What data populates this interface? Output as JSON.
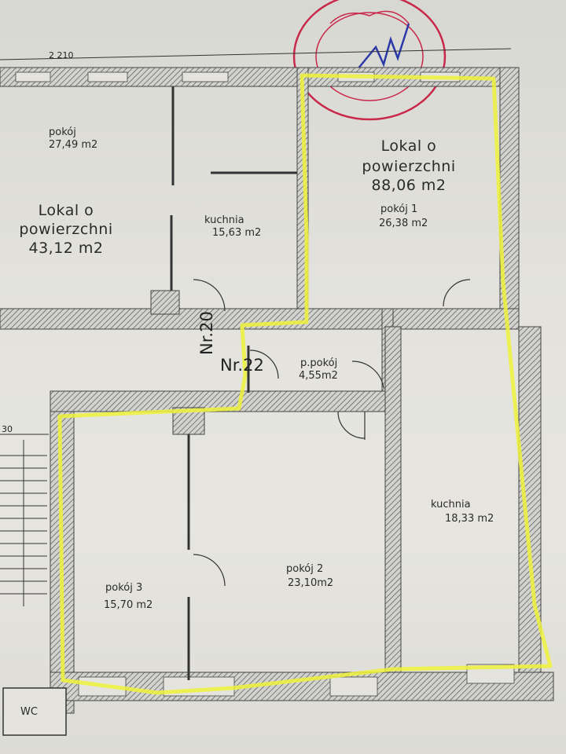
{
  "dimensions": {
    "top": "2 210",
    "left": "30"
  },
  "apartment_88": {
    "line1": "Lokal o",
    "line2": "powierzchni",
    "line3": "88,06 m2"
  },
  "apartment_43": {
    "line1": "Lokal o",
    "line2": "powierzchni",
    "line3": "43,12 m2"
  },
  "rooms": {
    "pokoj_top_left": {
      "name": "pokój",
      "area": "27,49 m2"
    },
    "kuchnia_left": {
      "name": "kuchnia",
      "area": "15,63 m2"
    },
    "pokoj_1": {
      "name": "pokój 1",
      "area": "26,38 m2"
    },
    "p_pokoj": {
      "name": "p.pokój",
      "area": "4,55m2"
    },
    "kuchnia_right": {
      "name": "kuchnia",
      "area": "18,33 m2"
    },
    "pokoj_2": {
      "name": "pokój 2",
      "area": "23,10m2"
    },
    "pokoj_3": {
      "name": "pokój 3",
      "area": "15,70 m2"
    },
    "wc": {
      "name": "WC"
    }
  },
  "unit_numbers": {
    "nr20": "Nr.20",
    "nr22": "Nr.22"
  },
  "colors": {
    "highlight": "#eef23a",
    "wall_hatch": "#7a7a78",
    "stamp": "#c8284a",
    "pen": "#2c3aa8"
  }
}
